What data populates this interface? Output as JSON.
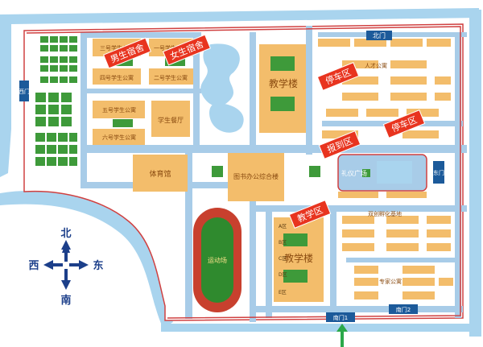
{
  "map": {
    "buildings": {
      "male_dorm": "男生宿舍",
      "female_dorm": "女生宿舍",
      "teaching_top": "教学楼",
      "teaching_bottom": "教学楼",
      "library": "图书办公综合楼",
      "canteen": "学生餐厅",
      "gym": "体育馆",
      "dorm_1": "一号学生公寓",
      "dorm_2": "二号学生公寓",
      "dorm_3": "三号学生公寓",
      "dorm_4": "四号学生公寓",
      "dorm_5": "五号学生公寓",
      "dorm_6": "六号学生公寓",
      "talent_apt": "人才公寓",
      "expert_apt": "专家公寓",
      "incubator": "双创孵化基地",
      "plaza": "礼仪广场",
      "stadium": "运动场",
      "bld_a": "A区",
      "bld_b": "B区",
      "bld_c": "C区",
      "bld_d": "D区",
      "bld_e": "E区"
    },
    "tags": {
      "male_dorm": "男生宿舍",
      "female_dorm": "女生宿舍",
      "parking_1": "停车区",
      "parking_2": "停车区",
      "registration": "报到区",
      "teaching_area": "教学区"
    },
    "gates": {
      "north": "北门",
      "west": "西门",
      "east": "东门",
      "south_1": "南门1",
      "south_2": "南门2"
    },
    "compass": {
      "north": "北",
      "south": "南",
      "east": "东",
      "west": "西"
    },
    "colors": {
      "water": "#a9d4ee",
      "road": "#a8cce8",
      "wall": "#d04040",
      "building": "#f3bd6b",
      "tag": "#e8341f",
      "field": "#3e9a3a",
      "stadium_field": "#2f8a2e",
      "track": "#c8402e",
      "compass": "#1c3f8a"
    }
  }
}
